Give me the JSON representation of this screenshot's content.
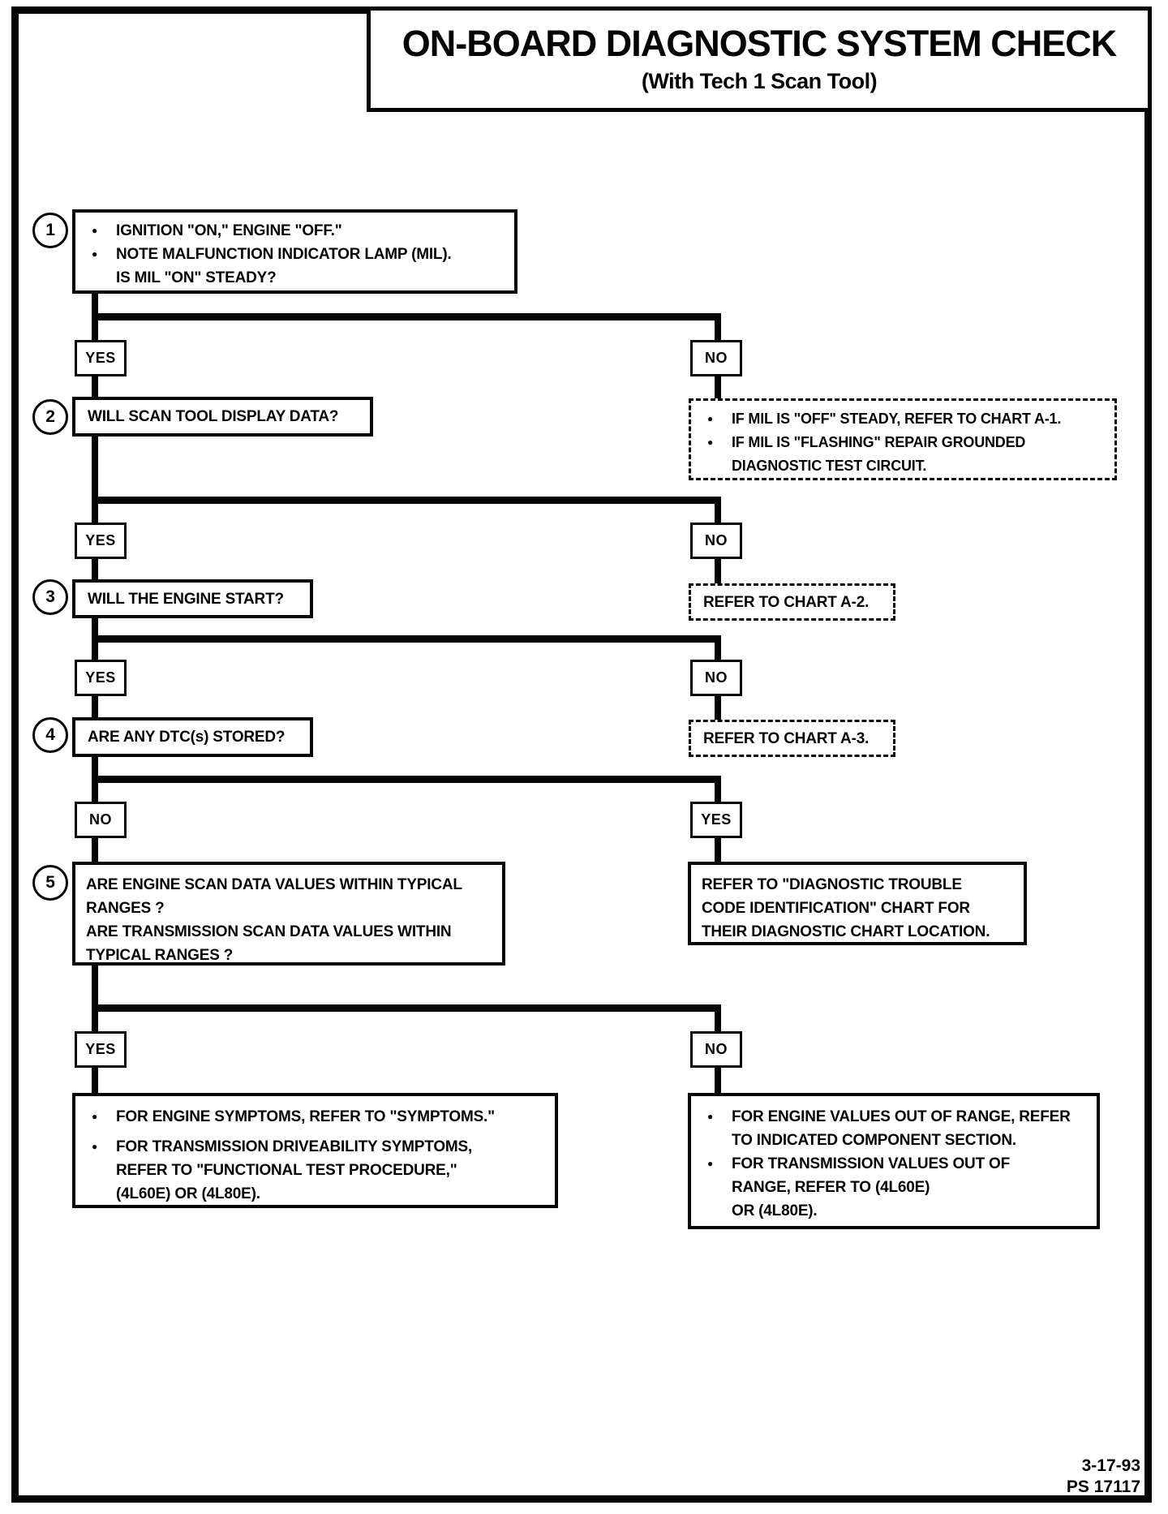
{
  "title": {
    "main": "ON-BOARD DIAGNOSTIC SYSTEM CHECK",
    "sub": "(With Tech 1 Scan Tool)"
  },
  "labels": {
    "yes": "YES",
    "no": "NO"
  },
  "glyphs": {
    "bullet": "●"
  },
  "colors": {
    "ink": "#050505",
    "paper": "#ffffff"
  },
  "steps": {
    "s1": {
      "num": "1",
      "b1": "IGNITION \"ON,\" ENGINE \"OFF.\"",
      "b2": "NOTE MALFUNCTION INDICATOR LAMP (MIL).",
      "c1": "IS MIL \"ON\" STEADY?"
    },
    "s2": {
      "num": "2",
      "q": "WILL SCAN TOOL DISPLAY DATA?"
    },
    "s3": {
      "num": "3",
      "q": "WILL THE ENGINE START?"
    },
    "s4": {
      "num": "4",
      "q": "ARE ANY DTC(s) STORED?"
    },
    "s5": {
      "num": "5",
      "l1": "ARE ENGINE SCAN DATA VALUES WITHIN TYPICAL",
      "l2": "RANGES ?",
      "l3": "ARE TRANSMISSION SCAN DATA VALUES WITHIN",
      "l4": "TYPICAL RANGES ?"
    }
  },
  "outcomes": {
    "mil": {
      "b1": "IF MIL IS \"OFF\" STEADY, REFER TO CHART A-1.",
      "b2": "IF MIL IS \"FLASHING\" REPAIR GROUNDED",
      "c2": "DIAGNOSTIC TEST CIRCUIT."
    },
    "chartA2": "REFER TO CHART A-2.",
    "chartA3": "REFER TO CHART A-3.",
    "dtc": {
      "l1": "REFER TO \"DIAGNOSTIC TROUBLE",
      "l2": "CODE IDENTIFICATION\" CHART FOR",
      "l3": "THEIR DIAGNOSTIC CHART LOCATION."
    },
    "symptoms": {
      "b1": "FOR ENGINE SYMPTOMS, REFER TO \"SYMPTOMS.\"",
      "b2": "FOR TRANSMISSION DRIVEABILITY SYMPTOMS,",
      "c2a": "REFER TO \"FUNCTIONAL TEST PROCEDURE,\"",
      "c2b": "(4L60E) OR (4L80E)."
    },
    "range": {
      "b1": "FOR ENGINE VALUES OUT OF RANGE, REFER",
      "c1": "TO INDICATED COMPONENT SECTION.",
      "b2": "FOR TRANSMISSION VALUES OUT OF",
      "c2a": "RANGE, REFER TO (4L60E)",
      "c2b": "OR (4L80E)."
    }
  },
  "footer": {
    "date": "3-17-93",
    "code": "PS 17117"
  }
}
